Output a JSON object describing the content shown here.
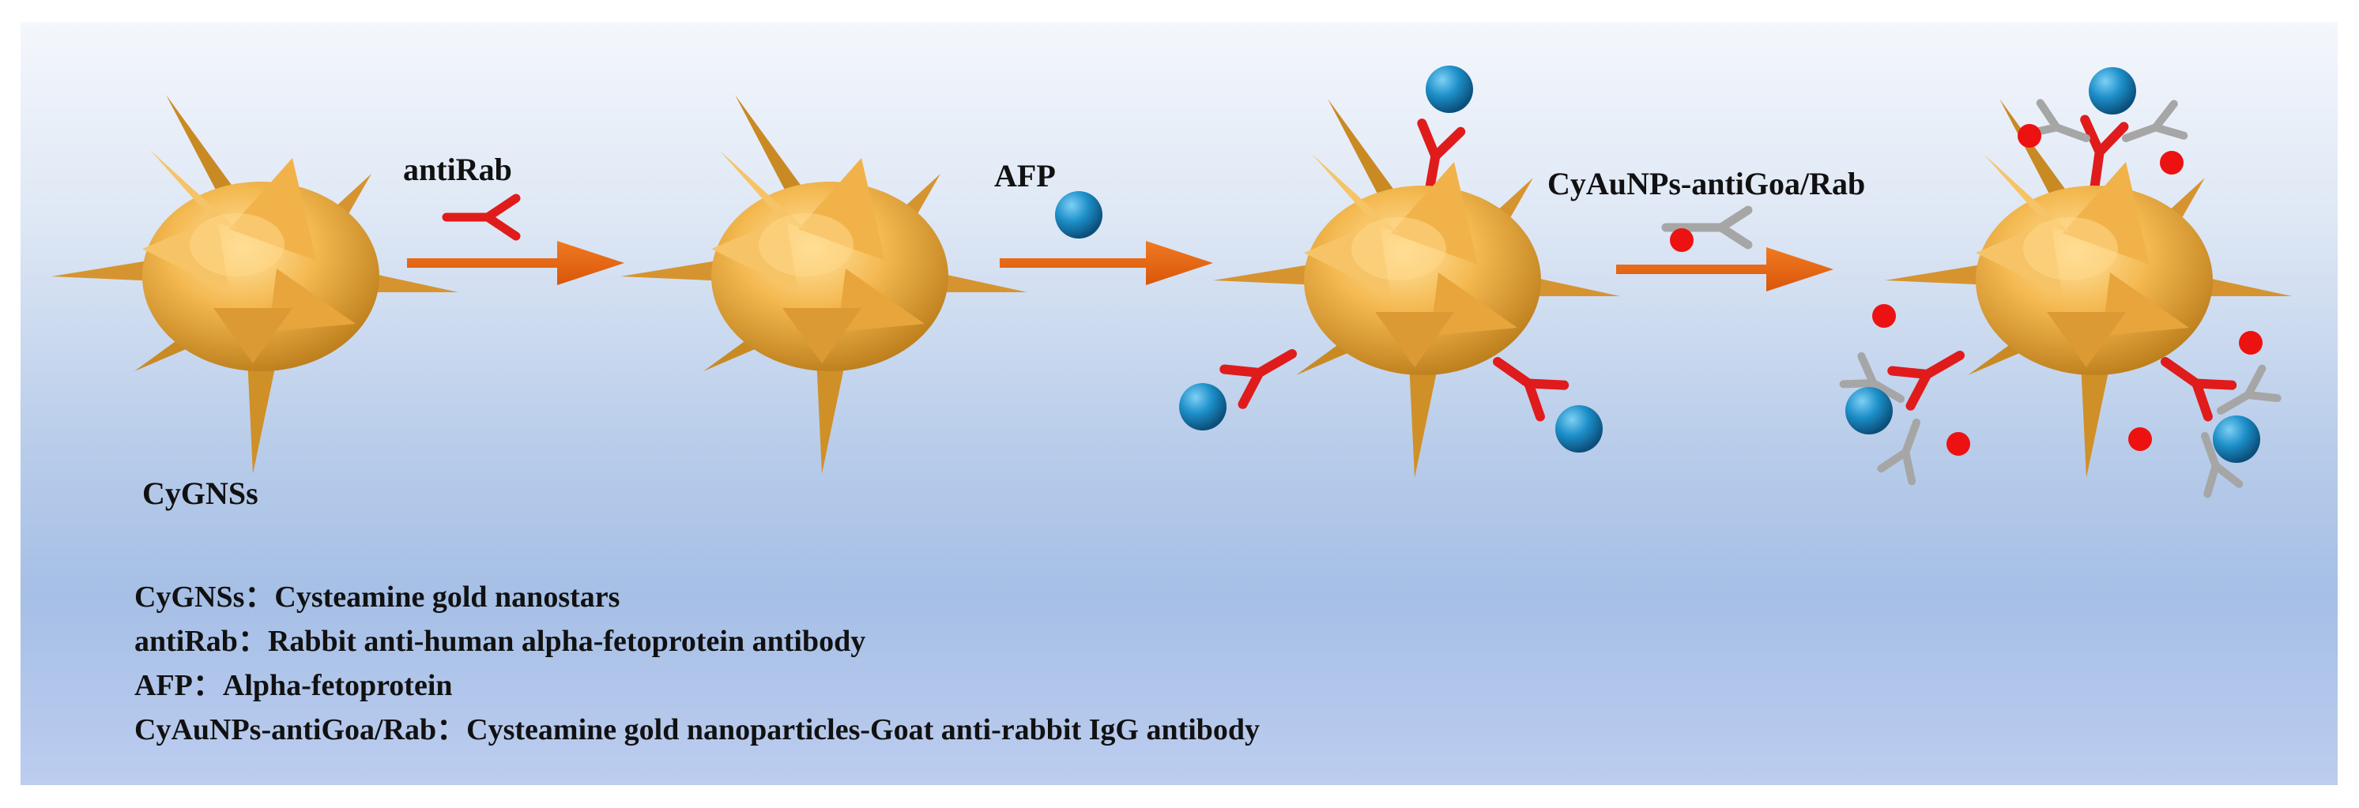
{
  "diagram": {
    "nodes": {
      "step1": "CyGNSs",
      "step2": "",
      "step3": "",
      "step4": ""
    },
    "arrows": [
      {
        "label": "antiRab"
      },
      {
        "label": "AFP"
      },
      {
        "label": "CyAuNPs-antiGoa/Rab"
      }
    ],
    "legend": [
      {
        "term": "CyGNSs",
        "sep": "：",
        "definition": "Cysteamine gold nanostars"
      },
      {
        "term": "antiRab",
        "sep": "：",
        "definition": "Rabbit anti-human alpha-fetoprotein antibody"
      },
      {
        "term": "AFP",
        "sep": "：",
        "definition": "Alpha-fetoprotein"
      },
      {
        "term": "CyAuNPs-antiGoa/Rab",
        "sep": "：",
        "definition": "Cysteamine gold nanoparticles-Goat anti-rabbit IgG antibody"
      }
    ]
  },
  "colors": {
    "nanostar": "#f2b24a",
    "arrow": "#e8640f",
    "antibody_rabbit": "#e01b1b",
    "antibody_goat": "#a6a6a6",
    "antigen": "#1d8fc9",
    "gold_nanoparticle": "#ee1111"
  },
  "icons": [
    "nanostar-icon",
    "arrow-icon",
    "antibody-icon",
    "antigen-sphere-icon",
    "gold-nanoparticle-icon"
  ]
}
